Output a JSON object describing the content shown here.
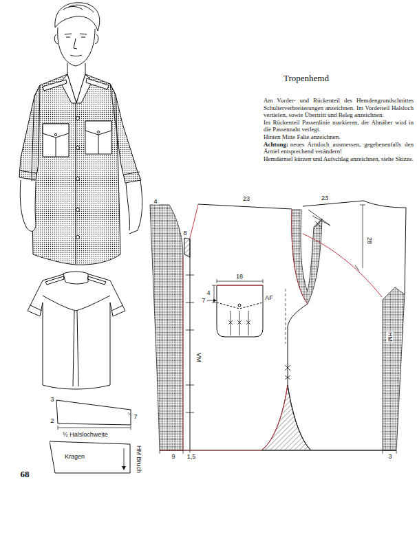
{
  "diagram": {
    "title": "Tropenhemd",
    "nodes": [
      {
        "text": [
          "Kragen"
        ]
      }
    ],
    "labels": [
      "Am Vorder- und Rückenteil des Hemdengrundschnittes Schulterverbreiterungen anzeichnen. Im Vorderteil Halsloch vertiefen, sowie Übertritt und Beleg anzeichnen.",
      "Im Rückenteil Passenlinie markieren, der Abnäher wird in die Passennaht verlegt.",
      "Hinten Mitte Falte anzeichnen.",
      "Achtung:",
      "neues Armloch ausmessen, gegebenenfalls den Ärmel entsprechend verändern!",
      "Hemdärmel kürzen und Aufschlag anzeichnen, siehe Skizze.",
      "4",
      "23",
      "23",
      "28",
      "8",
      "18",
      "4",
      "AF",
      "7",
      "VM",
      "HM",
      "9",
      "1,5",
      "3",
      "3",
      "2",
      "7",
      "½ Halslochweite",
      "HM Bruch",
      "68"
    ]
  }
}
